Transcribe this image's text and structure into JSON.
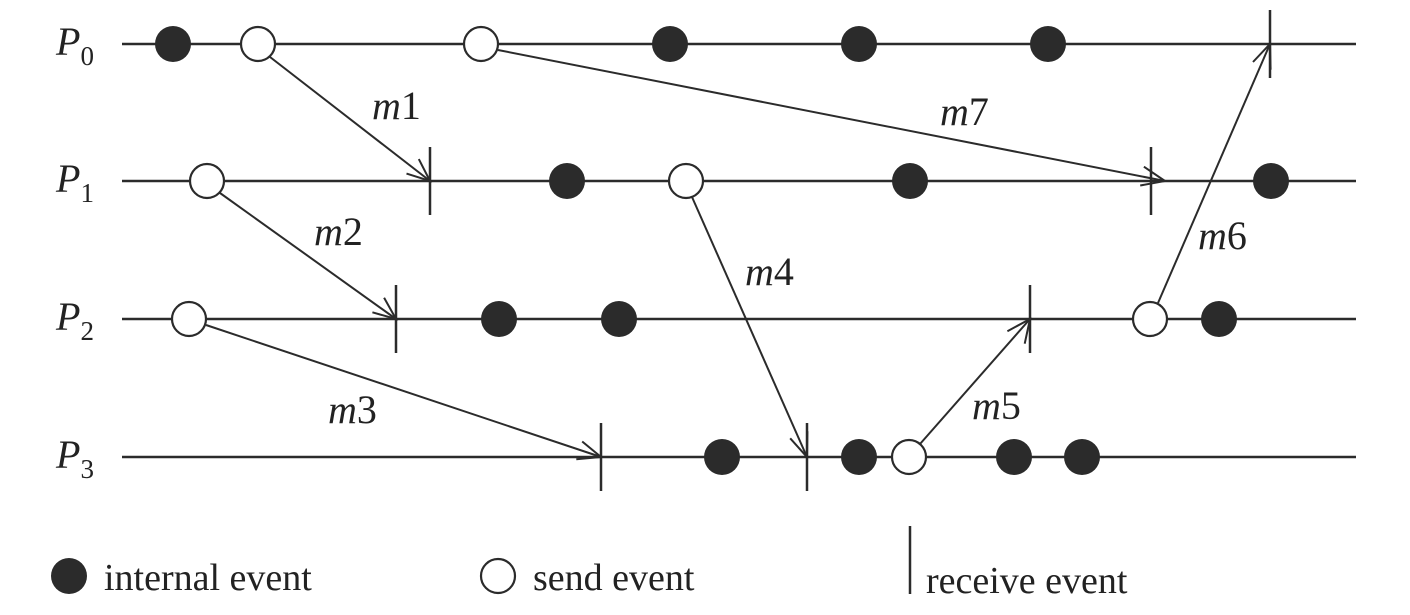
{
  "processes": [
    {
      "id": "P0",
      "letter": "P",
      "sub": "0"
    },
    {
      "id": "P1",
      "letter": "P",
      "sub": "1"
    },
    {
      "id": "P2",
      "letter": "P",
      "sub": "2"
    },
    {
      "id": "P3",
      "letter": "P",
      "sub": "3"
    }
  ],
  "events": [
    {
      "process": 0,
      "type": "internal"
    },
    {
      "process": 0,
      "type": "send",
      "message": "m1"
    },
    {
      "process": 0,
      "type": "send",
      "message": "m7"
    },
    {
      "process": 0,
      "type": "internal"
    },
    {
      "process": 0,
      "type": "internal"
    },
    {
      "process": 0,
      "type": "internal"
    },
    {
      "process": 0,
      "type": "receive",
      "message": "m6"
    },
    {
      "process": 1,
      "type": "send",
      "message": "m2"
    },
    {
      "process": 1,
      "type": "receive",
      "message": "m1"
    },
    {
      "process": 1,
      "type": "internal"
    },
    {
      "process": 1,
      "type": "send",
      "message": "m4"
    },
    {
      "process": 1,
      "type": "internal"
    },
    {
      "process": 1,
      "type": "receive",
      "message": "m7"
    },
    {
      "process": 1,
      "type": "internal"
    },
    {
      "process": 2,
      "type": "send",
      "message": "m3"
    },
    {
      "process": 2,
      "type": "receive",
      "message": "m2"
    },
    {
      "process": 2,
      "type": "internal"
    },
    {
      "process": 2,
      "type": "internal"
    },
    {
      "process": 2,
      "type": "receive",
      "message": "m5"
    },
    {
      "process": 2,
      "type": "send",
      "message": "m6"
    },
    {
      "process": 2,
      "type": "internal"
    },
    {
      "process": 3,
      "type": "receive",
      "message": "m3"
    },
    {
      "process": 3,
      "type": "internal"
    },
    {
      "process": 3,
      "type": "receive",
      "message": "m4"
    },
    {
      "process": 3,
      "type": "internal"
    },
    {
      "process": 3,
      "type": "send",
      "message": "m5"
    },
    {
      "process": 3,
      "type": "internal"
    },
    {
      "process": 3,
      "type": "internal"
    }
  ],
  "messages": [
    {
      "name": "m1",
      "letter": "m",
      "num": "1",
      "from": "P0",
      "to": "P1"
    },
    {
      "name": "m2",
      "letter": "m",
      "num": "2",
      "from": "P1",
      "to": "P2"
    },
    {
      "name": "m3",
      "letter": "m",
      "num": "3",
      "from": "P2",
      "to": "P3"
    },
    {
      "name": "m4",
      "letter": "m",
      "num": "4",
      "from": "P1",
      "to": "P3"
    },
    {
      "name": "m5",
      "letter": "m",
      "num": "5",
      "from": "P3",
      "to": "P2"
    },
    {
      "name": "m6",
      "letter": "m",
      "num": "6",
      "from": "P2",
      "to": "P0"
    },
    {
      "name": "m7",
      "letter": "m",
      "num": "7",
      "from": "P0",
      "to": "P1"
    }
  ],
  "legend": {
    "internal": "internal event",
    "send": "send event",
    "receive": "receive event"
  }
}
